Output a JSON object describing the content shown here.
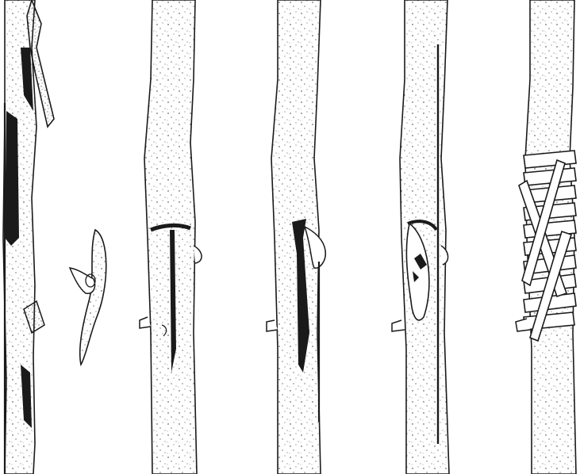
{
  "figure": {
    "description_visible_text": "",
    "colors": {
      "ink": "#1a1a1a",
      "paper": "#ffffff",
      "speckle": "#2a2a2a"
    },
    "panels": [
      {
        "id": "scion-and-stock-cut",
        "icon": "cut-stock-and-wedge-scion-icon"
      },
      {
        "id": "t-cut-in-stock",
        "icon": "t-cut-icon"
      },
      {
        "id": "bud-inserted",
        "icon": "bud-inserted-icon"
      },
      {
        "id": "bark-flaps-closed",
        "icon": "bark-closed-icon"
      },
      {
        "id": "bound-with-tape",
        "icon": "binding-tape-icon"
      }
    ]
  }
}
